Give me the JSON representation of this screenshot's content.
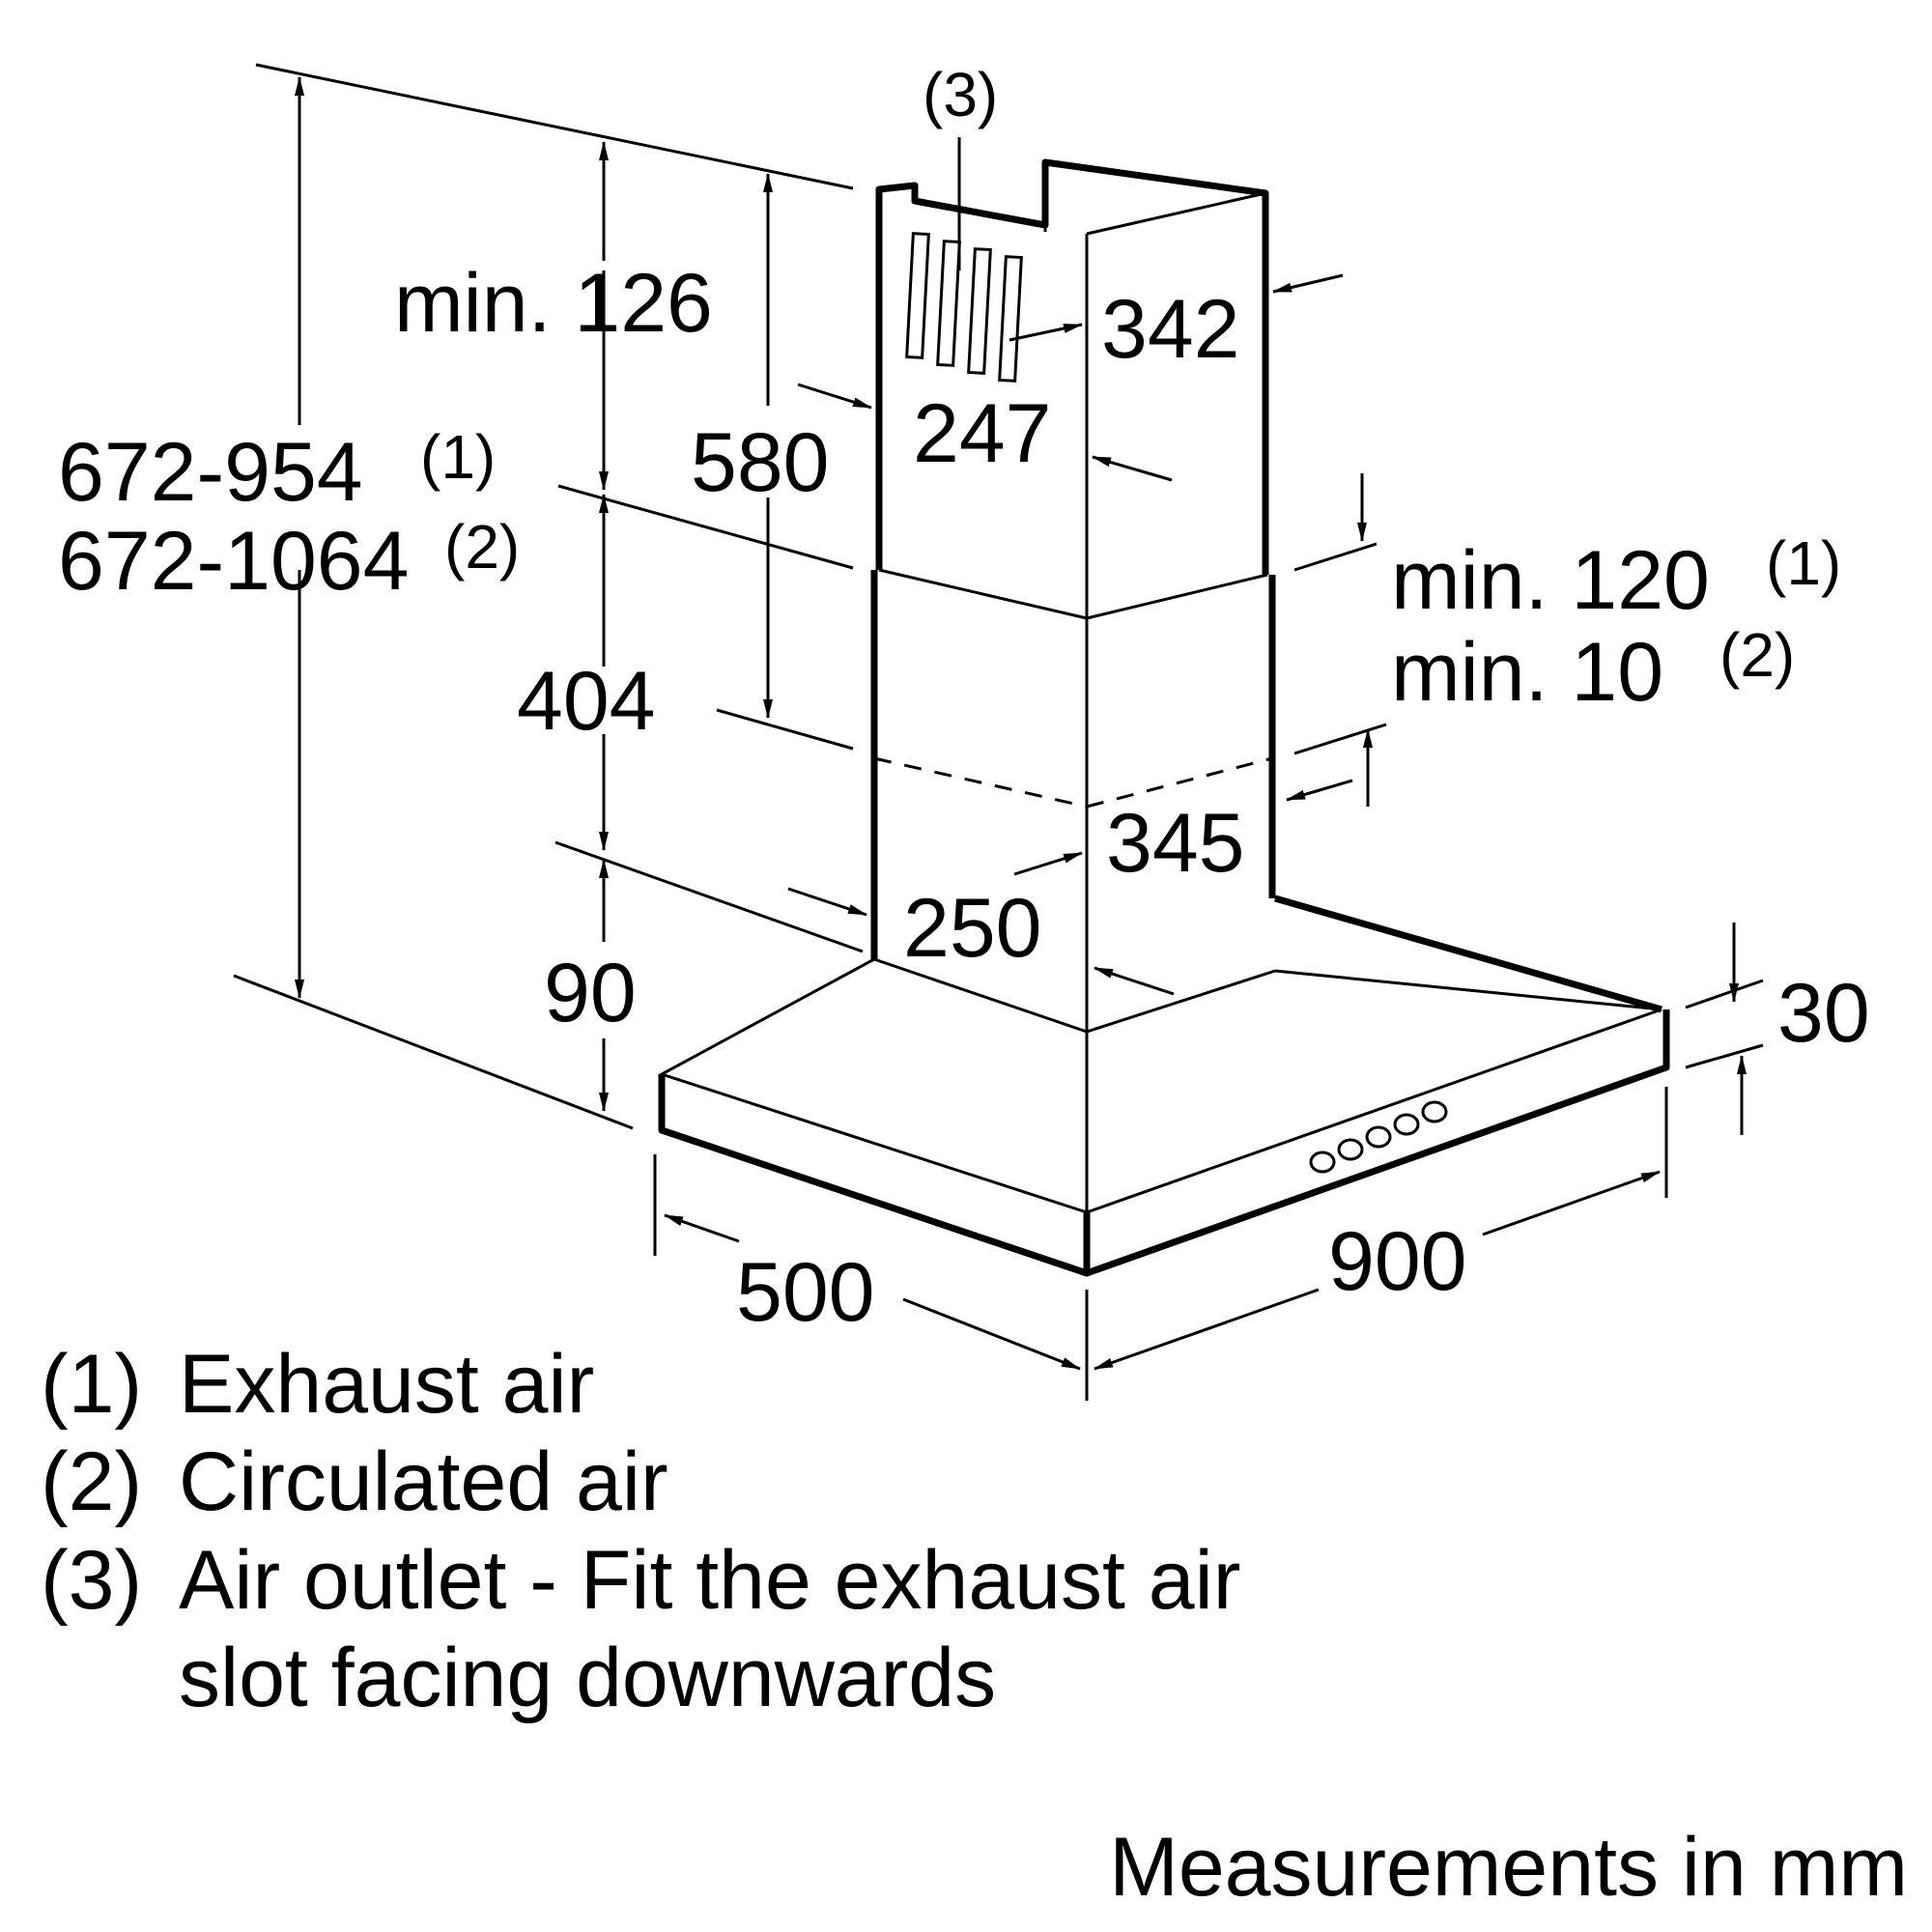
{
  "dimensions": {
    "total_height_exhaust": "672-954",
    "total_height_exhaust_ref": "(1)",
    "total_height_circulated": "672-1064",
    "total_height_circulated_ref": "(2)",
    "top_gap": "min. 126",
    "upper_chimney": "580",
    "lower_chimney": "404",
    "canopy_height": "90",
    "upper_depth": "342",
    "upper_width": "247",
    "lower_depth": "345",
    "lower_width": "250",
    "overlap_exhaust": "min. 120",
    "overlap_exhaust_ref": "(1)",
    "overlap_circulated": "min. 10",
    "overlap_circulated_ref": "(2)",
    "edge_height": "30",
    "depth": "500",
    "width": "900",
    "outlet_ref": "(3)"
  },
  "legend": [
    {
      "num": "(1)",
      "text": "Exhaust air"
    },
    {
      "num": "(2)",
      "text": "Circulated air"
    },
    {
      "num": "(3)",
      "text": "Air outlet - Fit the exhaust air"
    },
    {
      "num": "",
      "text": "slot facing downwards"
    }
  ],
  "footer": "Measurements in mm"
}
